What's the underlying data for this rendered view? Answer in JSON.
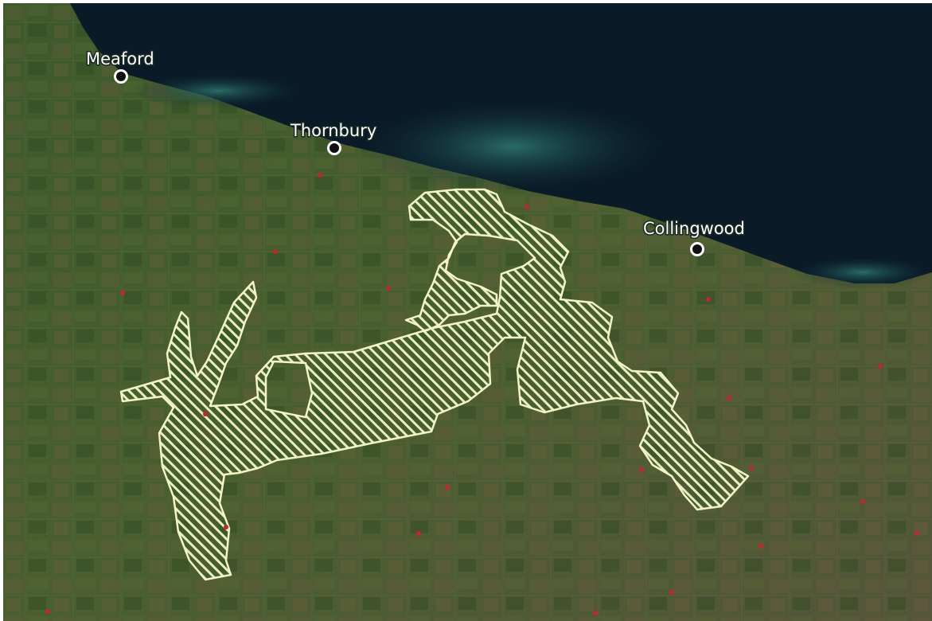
{
  "map": {
    "colors": {
      "water_deep": "#0a1a27",
      "water_shallow": "#1f5b5c",
      "land": "#3f5a2a",
      "region_outline": "#f3f5c6",
      "town_dot": "#c0282d",
      "city_marker": "#ffffff"
    },
    "cities": [
      {
        "name": "Meaford"
      },
      {
        "name": "Thornbury"
      },
      {
        "name": "Collingwood"
      }
    ],
    "highlight": {
      "fill": "hatch",
      "icon": "hatched-region"
    }
  }
}
